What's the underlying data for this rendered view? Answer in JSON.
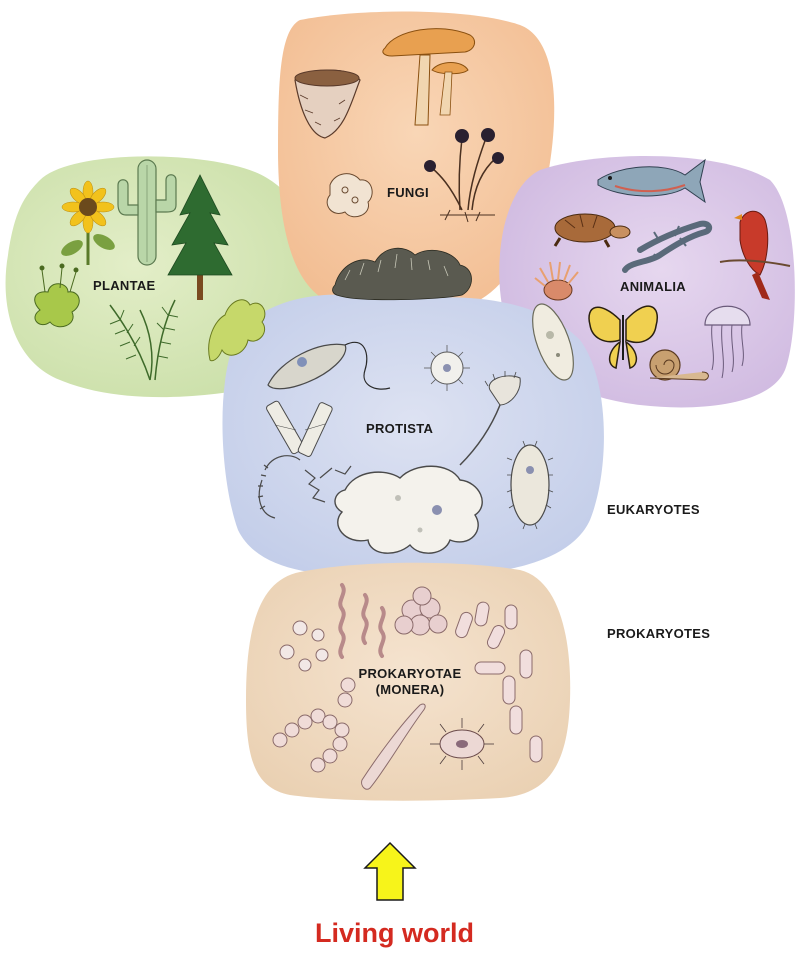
{
  "kingdoms": {
    "plantae": "PLANTAE",
    "fungi": "FUNGI",
    "animalia": "ANIMALIA",
    "protista": "PROTISTA",
    "prokaryotae_line1": "PROKARYOTAE",
    "prokaryotae_line2": "(MONERA)"
  },
  "groups": {
    "eukaryotes": "EUKARYOTES",
    "prokaryotes": "PROKARYOTES"
  },
  "footer": {
    "title": "Living world"
  },
  "colors": {
    "plantae": "#d8e6b8",
    "fungi": "#f6c9a4",
    "animalia": "#d9c6e6",
    "protista": "#c9d2ea",
    "prokaryotae": "#efd7bd",
    "arrow": "#f7f41a",
    "footer": "#d42a20"
  },
  "icons": [
    "sunflower-icon",
    "cactus-icon",
    "pine-tree-icon",
    "moss-icon",
    "fern-icon",
    "seaweed-icon",
    "mushroom-icon",
    "cup-fungus-icon",
    "mold-icon",
    "lichen-icon",
    "fish-icon",
    "turtle-icon",
    "lizard-icon",
    "bird-icon",
    "sea-anemone-icon",
    "butterfly-icon",
    "snail-icon",
    "jellyfish-icon",
    "paramecium-icon",
    "euglena-icon",
    "radiolarian-icon",
    "diatom-icon",
    "amoeba-icon",
    "vorticella-icon",
    "bacteria-icon",
    "up-arrow-icon"
  ]
}
